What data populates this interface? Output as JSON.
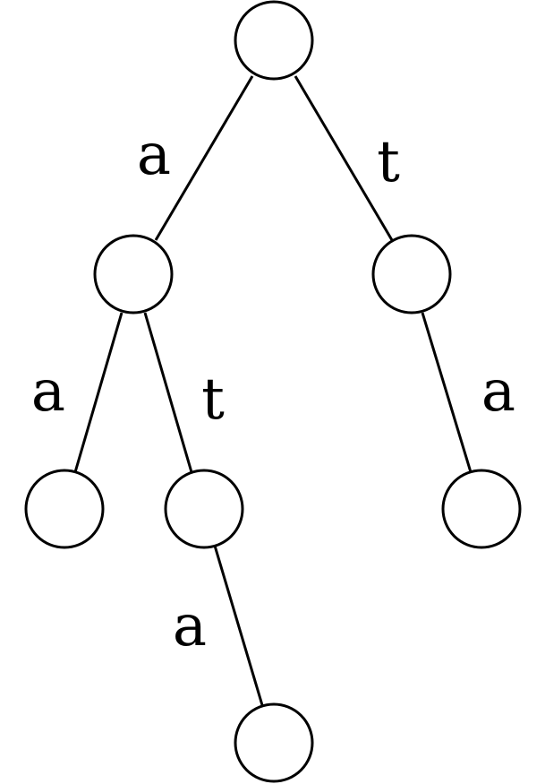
{
  "diagram": {
    "type": "trie",
    "nodes": [
      {
        "id": "root"
      },
      {
        "id": "n_a"
      },
      {
        "id": "n_t"
      },
      {
        "id": "n_aa"
      },
      {
        "id": "n_at"
      },
      {
        "id": "n_ta"
      },
      {
        "id": "n_ata"
      }
    ],
    "edges": [
      {
        "from": "root",
        "to": "n_a",
        "label": "a"
      },
      {
        "from": "root",
        "to": "n_t",
        "label": "t"
      },
      {
        "from": "n_a",
        "to": "n_aa",
        "label": "a"
      },
      {
        "from": "n_a",
        "to": "n_at",
        "label": "t"
      },
      {
        "from": "n_t",
        "to": "n_ta",
        "label": "a"
      },
      {
        "from": "n_at",
        "to": "n_ata",
        "label": "a"
      }
    ]
  }
}
